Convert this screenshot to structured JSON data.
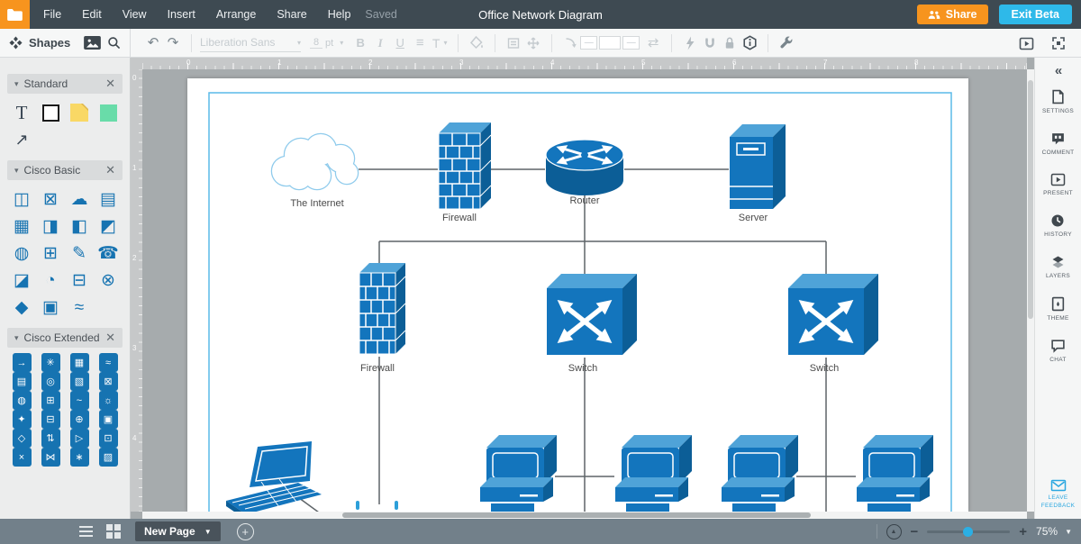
{
  "topbar": {
    "menus": [
      "File",
      "Edit",
      "View",
      "Insert",
      "Arrange",
      "Share",
      "Help"
    ],
    "saved": "Saved",
    "title": "Office Network Diagram",
    "share_label": "Share",
    "exit_beta_label": "Exit Beta"
  },
  "toolbar": {
    "font_name": "Liberation Sans",
    "font_size": "8",
    "font_unit": "pt",
    "bold": "B",
    "italic": "I",
    "underline": "U",
    "text_style": "T"
  },
  "shapes_panel": {
    "header": "Shapes",
    "sections": {
      "standard": "Standard",
      "cisco_basic": "Cisco Basic",
      "cisco_extended": "Cisco Extended"
    },
    "standard": {
      "text_glyph": "T",
      "arrow_glyph": "↗"
    },
    "cisco_basic_glyphs": [
      "◫",
      "⊠",
      "☁",
      "▤",
      "▦",
      "◨",
      "◧",
      "◩",
      "◍",
      "⊞",
      "✎",
      "☎",
      "◪",
      "◔",
      "⊟",
      "⊗",
      "◆",
      "▣",
      "≈"
    ],
    "cisco_extended_glyphs": [
      "→",
      "✳",
      "▦",
      "≈",
      "▤",
      "◎",
      "▧",
      "⊠",
      "◍",
      "⊞",
      "~",
      "☼",
      "✦",
      "⊟",
      "⊕",
      "▣",
      "◇",
      "⇅",
      "▷",
      "⊡",
      "×",
      "⋈",
      "∗",
      "▨"
    ]
  },
  "rulers": {
    "horizontal": [
      "0",
      "1",
      "2",
      "3",
      "4",
      "5",
      "6",
      "7",
      "8"
    ],
    "vertical": [
      "0",
      "1",
      "2",
      "3",
      "4"
    ]
  },
  "diagram": {
    "internet_label": "The Internet",
    "firewall_top_label": "Firewall",
    "router_label": "Router",
    "server_label": "Server",
    "firewall_mid_label": "Firewall",
    "switch_left_label": "Switch",
    "switch_right_label": "Switch"
  },
  "right_panel": {
    "collapse_glyph": "«",
    "items": [
      "SETTINGS",
      "COMMENT",
      "PRESENT",
      "HISTORY",
      "LAYERS",
      "THEME",
      "CHAT"
    ],
    "feedback_label_1": "LEAVE",
    "feedback_label_2": "FEEDBACK"
  },
  "bottombar": {
    "new_page_label": "New Page",
    "zoom_level": "75%"
  },
  "colors": {
    "accent_orange": "#F7941E",
    "accent_blue": "#2EB9E9",
    "shape_blue": "#1375BD"
  }
}
